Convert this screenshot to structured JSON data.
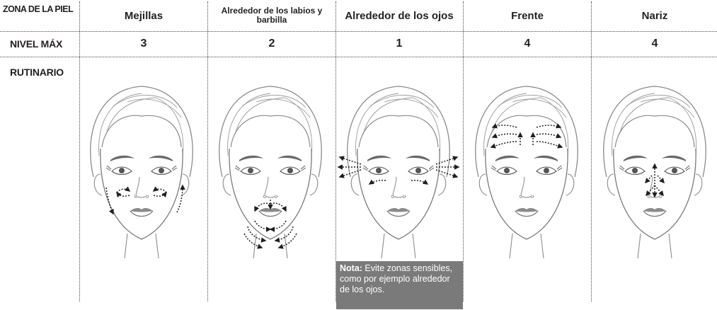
{
  "row_labels": {
    "zone": "ZONA DE LA PIEL",
    "level": "NIVEL MÁX",
    "routine": "RUTINARIO"
  },
  "columns": [
    {
      "zone": "Mejillas",
      "level": "3",
      "face": "cheeks-face"
    },
    {
      "zone": "Alrededor de los labios y barbilla",
      "level": "2",
      "face": "lips-chin-face"
    },
    {
      "zone": "Alrededor de los ojos",
      "level": "1",
      "face": "eyes-face"
    },
    {
      "zone": "Frente",
      "level": "4",
      "face": "forehead-face"
    },
    {
      "zone": "Nariz",
      "level": "4",
      "face": "nose-face"
    }
  ],
  "note": {
    "label": "Nota:",
    "text": " Evite zonas sensibles, como por ejemplo alrededor de los ojos."
  },
  "colors": {
    "text": "#231f20",
    "line_art": "#8a8a8a",
    "note_bg": "#7a7a7a"
  }
}
